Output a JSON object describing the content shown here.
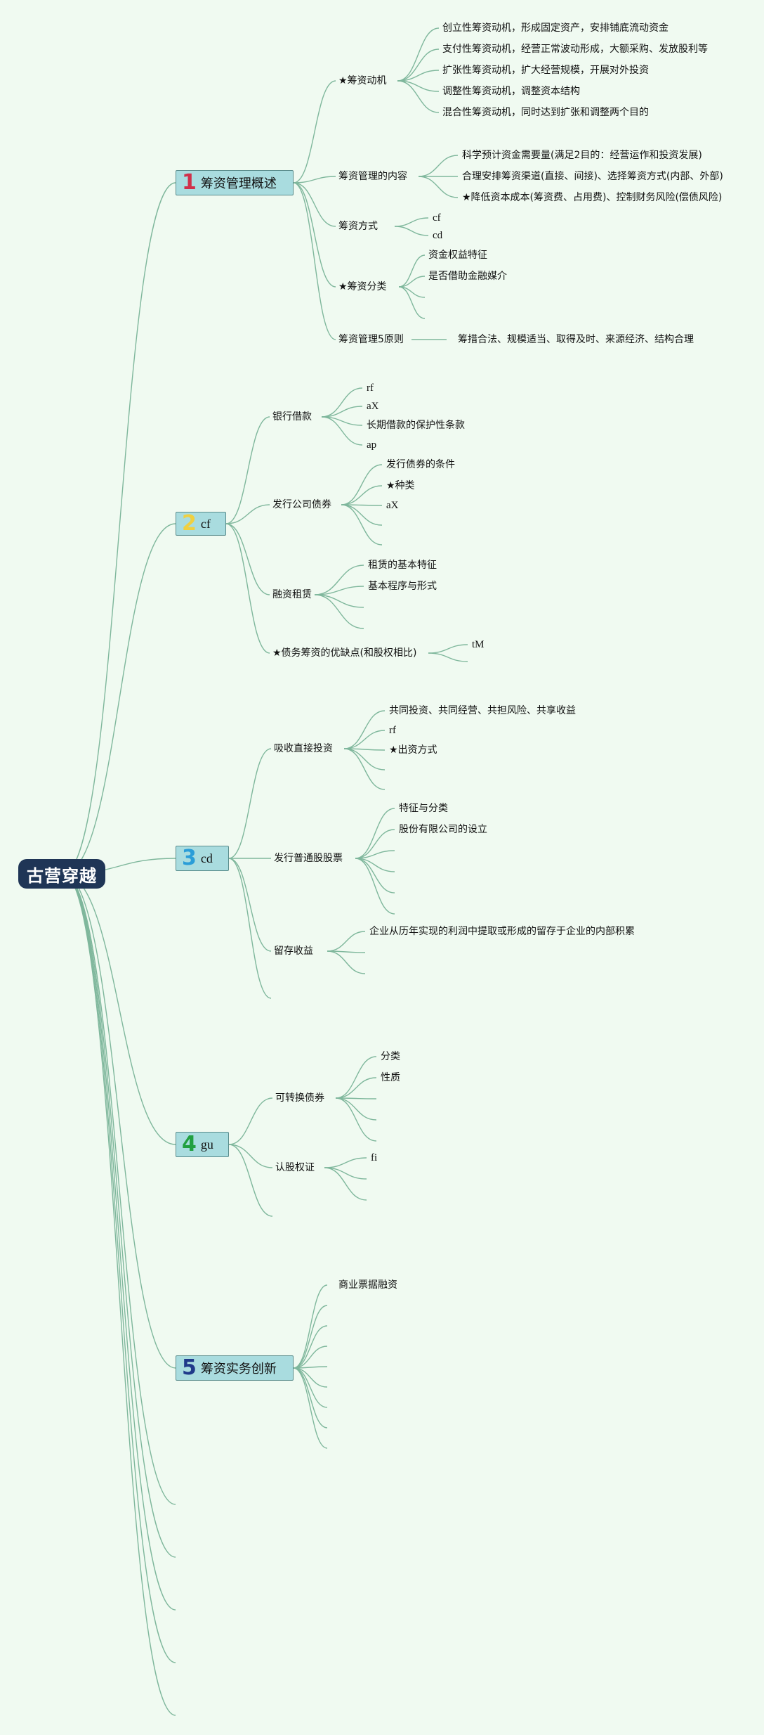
{
  "root": "古营穿越",
  "branches": [
    {
      "num": "1",
      "num_color": "#d0304a",
      "label": "筹资管理概述",
      "children": [
        {
          "label": "★筹资动机",
          "children": [
            "创立性筹资动机，形成固定资产，安排铺底流动资金",
            "支付性筹资动机，经营正常波动形成，大额采购、发放股利等",
            "扩张性筹资动机，扩大经营规模，开展对外投资",
            "调整性筹资动机，调整资本结构",
            "混合性筹资动机，同时达到扩张和调整两个目的"
          ]
        },
        {
          "label": "筹资管理的内容",
          "children": [
            "科学预计资金需要量(满足2目的：经营运作和投资发展)",
            "合理安排筹资渠道(直接、间接)、选择筹资方式(内部、外部)",
            "★降低资本成本(筹资费、占用费)、控制财务风险(偿债风险)"
          ]
        },
        {
          "label": "筹资方式",
          "children": [
            "cf",
            "cd"
          ]
        },
        {
          "label": "★筹资分类",
          "children": [
            "资金权益特征",
            "是否借助金融媒介",
            "",
            ""
          ]
        },
        {
          "label": "筹资管理5原则",
          "children": [
            "筹措合法、规模适当、取得及时、来源经济、结构合理"
          ]
        }
      ]
    },
    {
      "num": "2",
      "num_color": "#f0d040",
      "label": "cf",
      "children": [
        {
          "label": "银行借款",
          "children": [
            "rf",
            "aX",
            "长期借款的保护性条款",
            "ap"
          ]
        },
        {
          "label": "发行公司债券",
          "children": [
            "发行债券的条件",
            "★种类",
            "aX",
            "",
            ""
          ]
        },
        {
          "label": "融资租赁",
          "children": [
            "租赁的基本特征",
            "基本程序与形式",
            "",
            ""
          ]
        },
        {
          "label": "★债务筹资的优缺点(和股权相比)",
          "children": [
            "tM",
            ""
          ]
        }
      ]
    },
    {
      "num": "3",
      "num_color": "#2a9ed8",
      "label": "cd",
      "children": [
        {
          "label": "吸收直接投资",
          "children": [
            "共同投资、共同经营、共担风险、共享收益",
            "rf",
            "★出资方式",
            "",
            ""
          ]
        },
        {
          "label": "发行普通股股票",
          "children": [
            "特征与分类",
            "股份有限公司的设立",
            "",
            "",
            "",
            ""
          ]
        },
        {
          "label": "留存收益",
          "children": [
            "企业从历年实现的利润中提取或形成的留存于企业的内部积累",
            "",
            ""
          ]
        },
        {
          "label": "",
          "children": []
        }
      ]
    },
    {
      "num": "4",
      "num_color": "#22a040",
      "label": "gu",
      "children": [
        {
          "label": "可转换债券",
          "children": [
            "分类",
            "性质",
            "",
            "",
            ""
          ]
        },
        {
          "label": "认股权证",
          "children": [
            "fi",
            "",
            ""
          ]
        },
        {
          "label": "",
          "children": []
        }
      ]
    },
    {
      "num": "5",
      "num_color": "#1f3a8a",
      "label": "筹资实务创新",
      "children": [
        {
          "label": "商业票据融资",
          "children": []
        },
        {
          "label": "",
          "children": []
        },
        {
          "label": "",
          "children": []
        },
        {
          "label": "",
          "children": []
        },
        {
          "label": "",
          "children": []
        },
        {
          "label": "",
          "children": []
        },
        {
          "label": "",
          "children": []
        },
        {
          "label": "",
          "children": []
        }
      ]
    }
  ],
  "extra_branch_count": 5
}
